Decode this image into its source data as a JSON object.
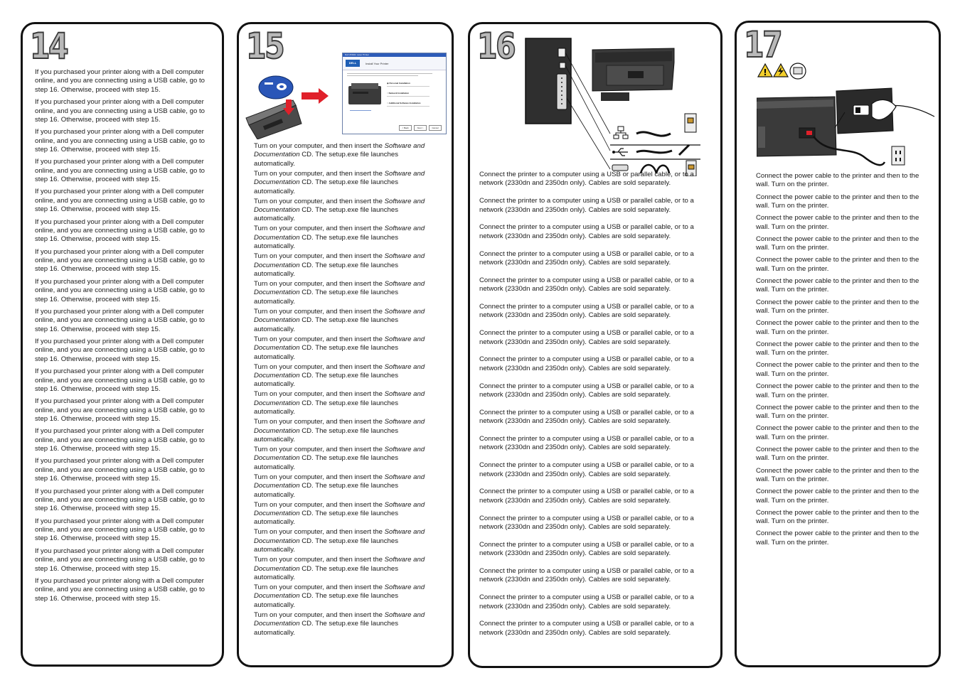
{
  "panels": {
    "p14": {
      "number": "14",
      "paragraphs": [
        "If you purchased your printer along with a Dell computer online, and you are connecting using a USB cable, go to step 16. Otherwise, proceed with step 15.",
        "If you purchased your printer along with a Dell computer online, and you are connecting using a USB cable, go to step 16. Otherwise, proceed with step 15.",
        "If you purchased your printer along with a Dell computer online, and you are connecting using a USB cable, go to step 16. Otherwise, proceed with step 15.",
        "If you purchased your printer along with a Dell computer online, and you are connecting using a USB cable, go to step 16. Otherwise, proceed with step 15.",
        "If you purchased your printer along with a Dell computer online, and you are connecting using a USB cable, go to step 16. Otherwise, proceed with step 15.",
        "If you purchased your printer along with a Dell computer online, and you are connecting using a USB cable, go to step 16. Otherwise, proceed with step 15.",
        "If you purchased your printer along with a Dell computer online, and you are connecting using a USB cable, go to step 16. Otherwise, proceed with step 15.",
        "If you purchased your printer along with a Dell computer online, and you are connecting using a USB cable, go to step 16. Otherwise, proceed with step 15.",
        "If you purchased your printer along with a Dell computer online, and you are connecting using a USB cable, go to step 16. Otherwise, proceed with step 15.",
        "If you purchased your printer along with a Dell computer online, and you are connecting using a USB cable, go to step 16. Otherwise, proceed with step 15.",
        "If you purchased your printer along with a Dell computer online, and you are connecting using a USB cable, go to step 16. Otherwise, proceed with step 15.",
        "If you purchased your printer along with a Dell computer online, and you are connecting using a USB cable, go to step 16. Otherwise, proceed with step 15.",
        "If you purchased your printer along with a Dell computer online, and you are connecting using a USB cable, go to step 16. Otherwise, proceed with step 15.",
        "If you purchased your printer along with a Dell computer online, and you are connecting using a USB cable, go to step 16. Otherwise, proceed with step 15.",
        "If you purchased your printer along with a Dell computer online, and you are connecting using a USB cable, go to step 16. Otherwise, proceed with step 15.",
        "If you purchased your printer along with a Dell computer online, and you are connecting using a USB cable, go to step 16. Otherwise, proceed with step 15.",
        "If you purchased your printer along with a Dell computer online, and you are connecting using a USB cable, go to step 16. Otherwise, proceed with step 15.",
        "If you purchased your printer along with a Dell computer online, and you are connecting using a USB cable, go to step 16. Otherwise, proceed with step 15."
      ]
    },
    "p15": {
      "number": "15",
      "text_before": "Turn on your computer, and then insert the ",
      "text_italic": "Software and Documentation",
      "text_after": " CD. The setup.exe file launches automatically.",
      "repeat_count": 18,
      "dialog": {
        "window_title": "Dell 2330dn Laser Printer",
        "brand": "DELL",
        "header": "Install Your Printer",
        "options": [
          "Personal Installation",
          "Network Installation",
          "Additional Software Installation"
        ],
        "buttons": [
          "< Back",
          "Next >",
          "Cancel"
        ]
      }
    },
    "p16": {
      "number": "16",
      "paragraphs": [
        "Connect the printer to a computer using a USB or parallel cable, or to a network (2330dn and 2350dn only). Cables are sold separately.",
        "Connect the printer to a computer using a USB or parallel cable, or to a network (2330dn and 2350dn only). Cables are sold separately.",
        "Connect the printer to a computer using a USB or parallel cable, or to a network (2330dn and 2350dn only). Cables are sold separately.",
        "Connect the printer to a computer using a USB or parallel cable, or to a network (2330dn and 2350dn only). Cables are sold separately.",
        "Connect the printer to a computer using a USB or parallel cable, or to a network (2330dn and 2350dn only). Cables are sold separately.",
        "Connect the printer to a computer using a USB or parallel cable, or to a network (2330dn and 2350dn only). Cables are sold separately.",
        "Connect the printer to a computer using a USB or parallel cable, or to a network (2330dn and 2350dn only). Cables are sold separately.",
        "Connect the printer to a computer using a USB or parallel cable, or to a network (2330dn and 2350dn only). Cables are sold separately.",
        "Connect the printer to a computer using a USB or parallel cable, or to a network (2330dn and 2350dn only). Cables are sold separately.",
        "Connect the printer to a computer using a USB or parallel cable, or to a network (2330dn and 2350dn only). Cables are sold separately.",
        "Connect the printer to a computer using a USB or parallel cable, or to a network (2330dn and 2350dn only). Cables are sold separately.",
        "Connect the printer to a computer using a USB or parallel cable, or to a network (2330dn and 2350dn only). Cables are sold separately.",
        "Connect the printer to a computer using a USB or parallel cable, or to a network (2330dn and 2350dn only). Cables are sold separately.",
        "Connect the printer to a computer using a USB or parallel cable, or to a network (2330dn and 2350dn only). Cables are sold separately.",
        "Connect the printer to a computer using a USB or parallel cable, or to a network (2330dn and 2350dn only). Cables are sold separately.",
        "Connect the printer to a computer using a USB or parallel cable, or to a network (2330dn and 2350dn only). Cables are sold separately.",
        "Connect the printer to a computer using a USB or parallel cable, or to a network (2330dn and 2350dn only). Cables are sold separately.",
        "Connect the printer to a computer using a USB or parallel cable, or to a network (2330dn and 2350dn only). Cables are sold separately."
      ]
    },
    "p17": {
      "number": "17",
      "paragraphs": [
        "Connect the power cable to the printer and then to the wall. Turn on the printer.",
        "Connect the power cable to the printer and then to the wall. Turn on the printer.",
        "Connect the power cable to the printer and then to the wall. Turn on the printer.",
        "Connect the power cable to the printer and then to the wall. Turn on the printer.",
        "Connect the power cable to the printer and then to the wall. Turn on the printer.",
        "Connect the power cable to the printer and then to the wall. Turn on the printer.",
        "Connect the power cable to the printer and then to the wall. Turn on the printer.",
        "Connect the power cable to the printer and then to the wall. Turn on the printer.",
        "Connect the power cable to the printer and then to the wall. Turn on the printer.",
        "Connect the power cable to the printer and then to the wall. Turn on the printer.",
        "Connect the power cable to the printer and then to the wall. Turn on the printer.",
        "Connect the power cable to the printer and then to the wall. Turn on the printer.",
        "Connect the power cable to the printer and then to the wall. Turn on the printer.",
        "Connect the power cable to the printer and then to the wall. Turn on the printer.",
        "Connect the power cable to the printer and then to the wall. Turn on the printer.",
        "Connect the power cable to the printer and then to the wall. Turn on the printer.",
        "Connect the power cable to the printer and then to the wall. Turn on the printer.",
        "Connect the power cable to the printer and then to the wall. Turn on the printer."
      ]
    }
  },
  "colors": {
    "border": "#111111",
    "text": "#1a1a1a",
    "arrow_red": "#e0202a",
    "cd_blue": "#2a56b8",
    "printer_dark": "#3a3a3a",
    "dell_blue": "#1f5fb5"
  },
  "icons": [
    "ethernet-icon",
    "usb-icon",
    "parallel-port-icon",
    "warning-icon",
    "electric-hazard-icon",
    "read-instructions-icon"
  ]
}
